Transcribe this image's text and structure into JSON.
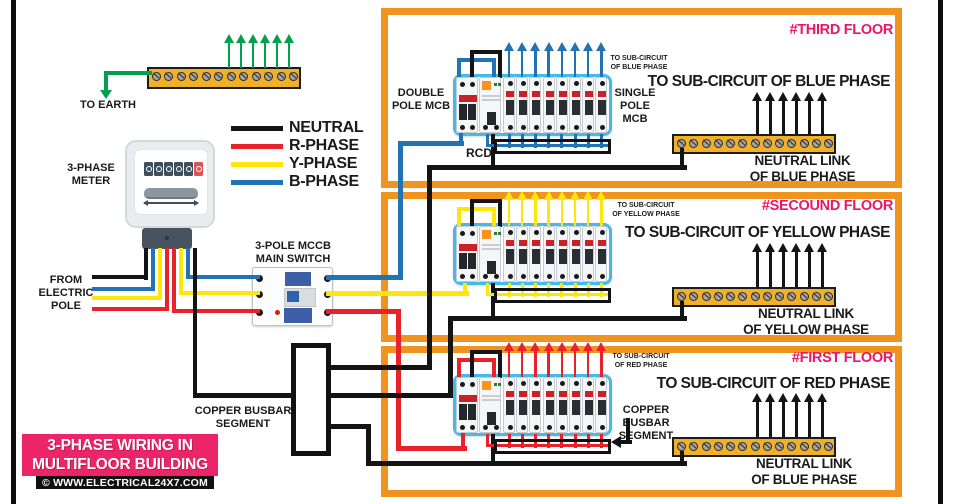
{
  "title_banner": {
    "title": "3-PHASE WIRING IN\nMULTIFLOOR BUILDING",
    "site": "© WWW.ELECTRICAL24X7.COM"
  },
  "colors": {
    "wire_black": "#141414",
    "wire_red": "#E8222B",
    "wire_yellow": "#FFE60A",
    "wire_blue": "#2273B5",
    "earth_green": "#00A14E",
    "floor_border_orange": "#F0941F",
    "busbar_yellow": "#F0B02A",
    "panel_blue": "#45B9E8",
    "title_pink": "#EC1566",
    "banner_pink": "#EC2468",
    "text_black": "#1A1A1A"
  },
  "earth": {
    "label": "TO EARTH"
  },
  "legend": {
    "items": [
      {
        "label": "NEUTRAL",
        "color": "#141414"
      },
      {
        "label": "R-PHASE",
        "color": "#E8222B"
      },
      {
        "label": "Y-PHASE",
        "color": "#FFE60A"
      },
      {
        "label": "B-PHASE",
        "color": "#2273B5"
      }
    ]
  },
  "meter": {
    "label": "3-PHASE\nMETER"
  },
  "source": {
    "label": "FROM\nELECTRIC\nPOLE"
  },
  "mccb": {
    "label": "3-POLE MCCB\nMAIN SWITCH"
  },
  "copper_busbar": {
    "label": "COPPER BUSBAR\nSEGMENT"
  },
  "floors": [
    {
      "title": "#THIRD FLOOR",
      "sub_big": "TO SUB-CIRCUIT OF BLUE PHASE",
      "sub_small": "TO SUB-CIRCUIT\nOF BLUE PHASE",
      "neutral_link": "NEUTRAL LINK\nOF BLUE PHASE",
      "double_pole_label": "DOUBLE\nPOLE MCB",
      "single_pole_label": "SINGLE\nPOLE MCB",
      "rcd_label": "RCD",
      "phase": "#2273B5"
    },
    {
      "title": "#SECOUND FLOOR",
      "sub_big": "TO SUB-CIRCUIT OF YELLOW PHASE",
      "sub_small": "TO SUB-CIRCUIT\nOF YELLOW PHASE",
      "neutral_link": "NEUTRAL LINK\nOF YELLOW PHASE",
      "phase": "#FFE60A"
    },
    {
      "title": "#FIRST FLOOR",
      "sub_big": "TO SUB-CIRCUIT OF RED PHASE",
      "sub_small": "TO SUB-CIRCUIT\nOF RED PHASE",
      "neutral_link": "NEUTRAL LINK\nOF BLUE PHASE",
      "copper_busbar_label": "COPPER BUSBAR\nSEGMENT",
      "phase": "#E8222B"
    }
  ]
}
